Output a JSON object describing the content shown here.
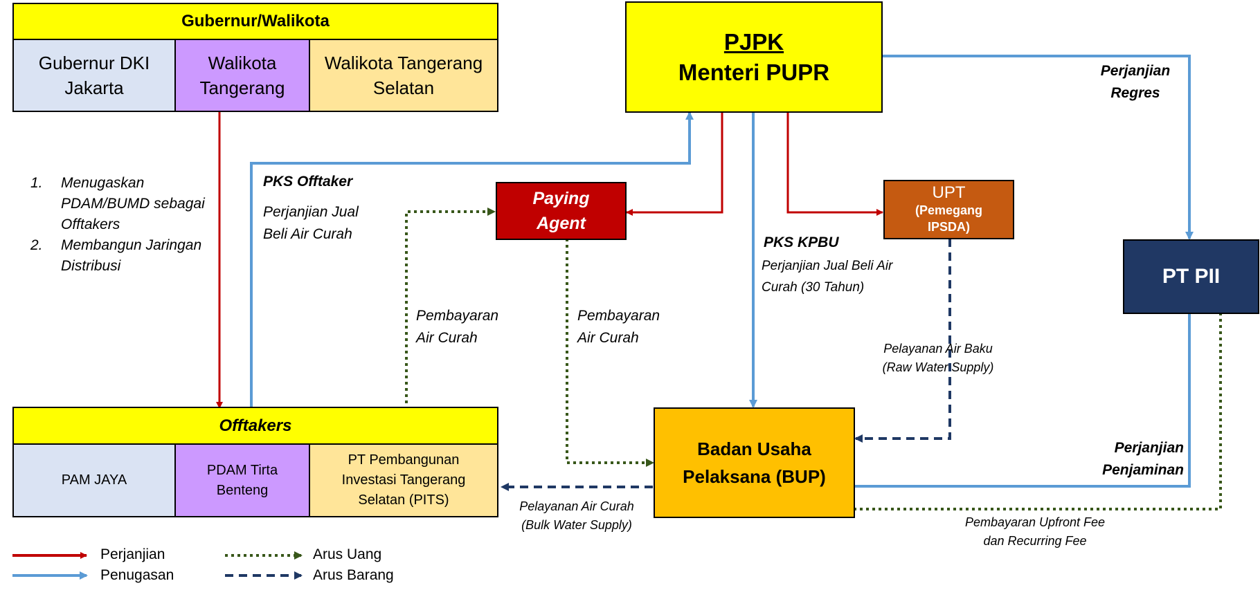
{
  "gubernur_walikota": {
    "header": "Gubernur/Walikota",
    "cells": [
      "Gubernur DKI Jakarta",
      "Walikota Tangerang",
      "Walikota Tangerang Selatan"
    ]
  },
  "pjpk": {
    "line1": "PJPK",
    "line2": "Menteri PUPR"
  },
  "paying_agent": "Paying Agent",
  "upt": {
    "line1": "UPT",
    "line2": "(Pemegang IPSDA)"
  },
  "pt_pii": "PT PII",
  "offtakers": {
    "header": "Offtakers",
    "cells": [
      "PAM JAYA",
      "PDAM Tirta Benteng",
      "PT Pembangunan Investasi Tangerang Selatan (PITS)"
    ]
  },
  "bup": "Badan Usaha Pelaksana (BUP)",
  "tasks": [
    "Menugaskan PDAM/BUMD sebagai Offtakers",
    "Membangun Jaringan Distribusi"
  ],
  "labels": {
    "pks_offtaker_title": "PKS Offtaker",
    "pks_offtaker_body": "Perjanjian Jual Beli Air Curah",
    "pks_kpbu_title": "PKS KPBU",
    "pks_kpbu_body": "Perjanjian Jual Beli Air Curah (30 Tahun)",
    "perjanjian_regres": "Perjanjian Regres",
    "pembayaran_air_curah_left": "Pembayaran Air Curah",
    "pembayaran_air_curah_mid": "Pembayaran Air Curah",
    "pelayanan_air_baku": "Pelayanan Air Baku (Raw Water Supply)",
    "pelayanan_air_curah": "Pelayanan Air Curah (Bulk Water Supply)",
    "perjanjian_penjaminan": "Perjanjian Penjaminan",
    "pembayaran_upfront": "Pembayaran Upfront Fee dan Recurring Fee"
  },
  "legend": {
    "perjanjian": "Perjanjian",
    "penugasan": "Penugasan",
    "arus_uang": "Arus Uang",
    "arus_barang": "Arus Barang"
  },
  "colors": {
    "perjanjian": "#c00000",
    "penugasan": "#5b9bd5",
    "arus_uang": "#38571a",
    "arus_barang": "#1f3864",
    "yellow": "#ffff00",
    "light_blue": "#dae3f3",
    "purple": "#cc99ff",
    "peach": "#ffe599",
    "paying_agent": "#c00000",
    "upt": "#c55a11",
    "pt_pii": "#203864",
    "bup": "#ffc000"
  }
}
